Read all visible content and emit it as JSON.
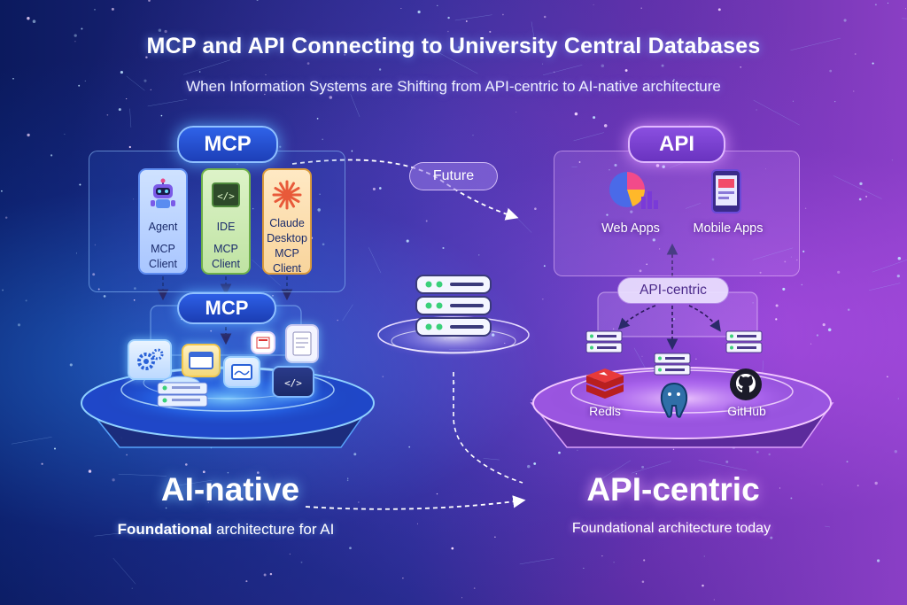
{
  "header": {
    "title": "MCP and API Connecting to University Central Databases",
    "subtitle": "When Information Systems are Shifting from API-centric to AI-native architecture"
  },
  "left": {
    "pill_top": "MCP",
    "clients": [
      {
        "name": "Agent",
        "type": "MCP Client",
        "icon": "robot-icon"
      },
      {
        "name": "IDE",
        "type": "MCP Client",
        "icon": "code-icon"
      },
      {
        "name": "Claude Desktop",
        "name_line1": "Claude",
        "name_line2": "Desktop",
        "type": "MCP Client",
        "icon": "claude-sunburst-icon"
      }
    ],
    "client_type_line1": "MCP",
    "client_type_line2": "Client",
    "pill_server": "MCP",
    "heading": "AI-native",
    "caption_bold": "Foundational",
    "caption_rest": " architecture for AI"
  },
  "center": {
    "future_label": "Future",
    "database_icon": "database-stack-icon"
  },
  "right": {
    "pill_top": "API",
    "apps": [
      {
        "label": "Web Apps",
        "icon": "pie-chart-icon"
      },
      {
        "label": "Mobile Apps",
        "icon": "mobile-phone-icon"
      }
    ],
    "middle_label": "API-centric",
    "tools": [
      {
        "label": "Redis",
        "icon": "redis-icon"
      },
      {
        "label": "",
        "icon": "postgresql-elephant-icon"
      },
      {
        "label": "GitHub",
        "icon": "github-icon"
      }
    ],
    "heading": "API-centric",
    "caption": "Foundational architecture today"
  },
  "colors": {
    "mcp_accent": "#2f62e8",
    "api_accent": "#8a4fe0",
    "background_left": "#0b1a5e",
    "background_right": "#8a3fc4"
  }
}
